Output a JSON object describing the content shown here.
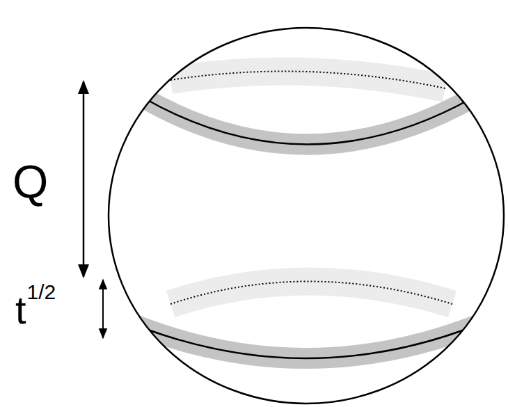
{
  "diagram": {
    "labels": [
      "Q",
      "t",
      "1/2"
    ]
  }
}
